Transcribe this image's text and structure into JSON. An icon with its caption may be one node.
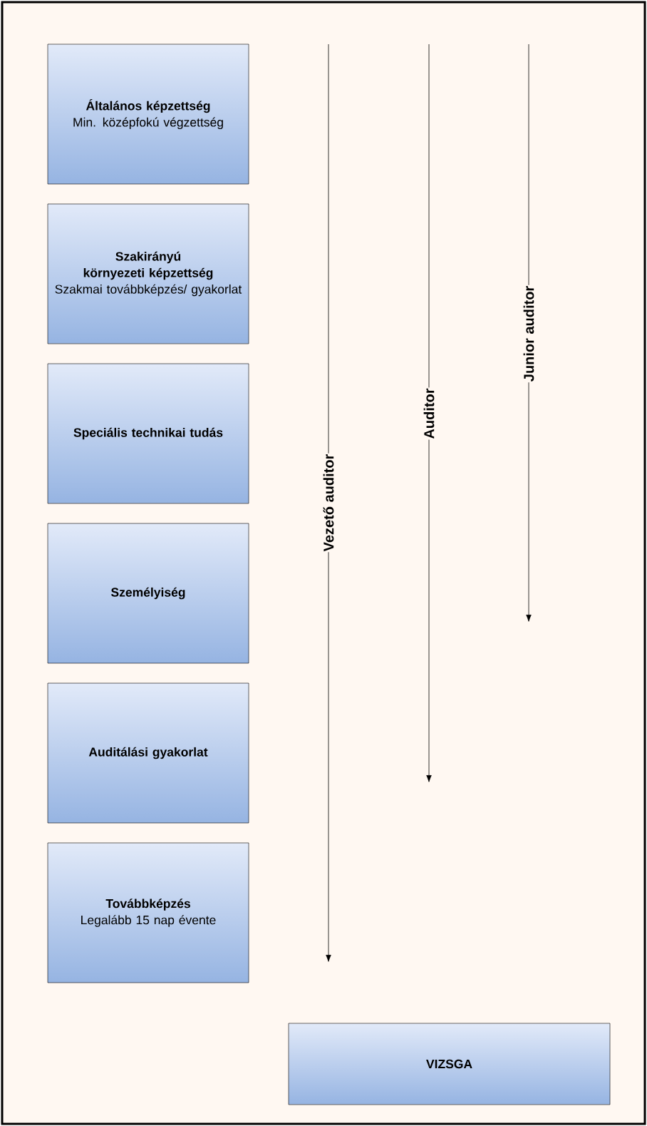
{
  "diagram": {
    "nodes": [
      {
        "text": [
          "Általános képzettség",
          "Min. középfokú végzettség"
        ]
      },
      {
        "text": [
          "Szakirányú környezeti képzettség",
          "Szakmai továbbképzés/ gyakorlat"
        ]
      },
      {
        "text": [
          "Speciális technikai tudás"
        ]
      },
      {
        "text": [
          "Személyiség"
        ]
      },
      {
        "text": [
          "Auditálási gyakorlat"
        ]
      },
      {
        "text": [
          "Továbbképzés",
          "Legalább 15 nap évente"
        ]
      },
      {
        "text": [
          "VIZSGA"
        ]
      }
    ],
    "labels": [
      "Vezető auditor",
      "Auditor",
      "Junior auditor"
    ]
  }
}
